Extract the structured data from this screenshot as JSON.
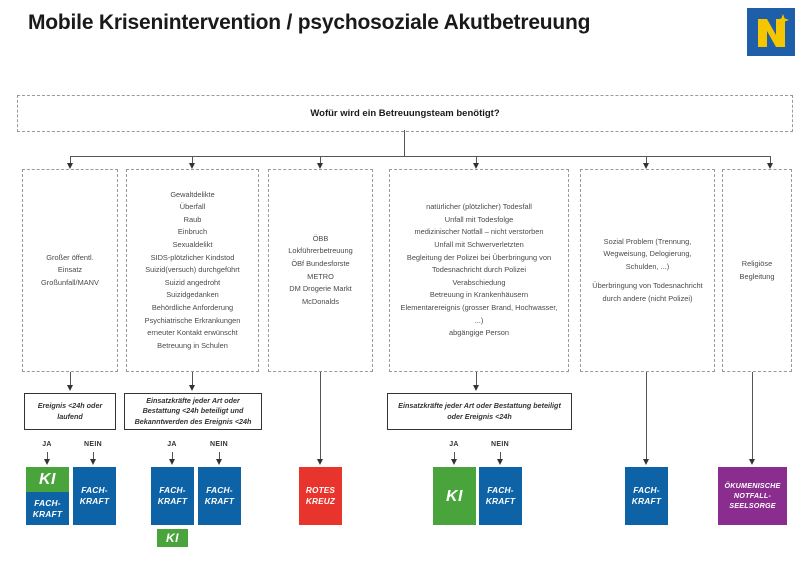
{
  "header": {
    "title": "Mobile Krisenintervention / psychosoziale Akutbetreuung",
    "logo_name": "niederoesterreich-logo"
  },
  "question": {
    "text": "Wofür wird ein Betreuungsteam benötigt?"
  },
  "colors": {
    "ki_green": "#4aa43c",
    "fachkraft_blue": "#0d63a5",
    "rotes_kreuz_red": "#e8342c",
    "seelsorge_purple": "#8b2d8f",
    "logo_blue": "#1f5fa9",
    "logo_yellow": "#f5c500",
    "dashed_border": "#9a9a9a"
  },
  "categories": [
    {
      "id": "grosser-einsatz",
      "items": [
        "Großer öffentl.",
        "Einsatz",
        "Großunfall/MANV"
      ]
    },
    {
      "id": "gewaltdelikte",
      "items": [
        "Gewaltdelikte",
        "Überfall",
        "Raub",
        "Einbruch",
        "Sexualdelikt",
        "SIDS-plötzlicher Kindstod",
        "Suizid(versuch) durchgeführt",
        "Suizid angedroht",
        "Suizidgedanken",
        "Behördliche Anforderung",
        "Psychiatrische Erkrankungen",
        "erneuter Kontakt erwünscht",
        "Betreuung in Schulen"
      ]
    },
    {
      "id": "partnerorganisationen",
      "items": [
        "ÖBB",
        "Lokführerbetreuung",
        "ÖBf Bundesforste",
        "METRO",
        "DM Drogerie Markt",
        "McDonalds"
      ]
    },
    {
      "id": "todesfall-notfall",
      "items": [
        "natürlicher (plötzlicher) Todesfall",
        "Unfall mit Todesfolge",
        "medizinischer Notfall – nicht verstorben",
        "Unfall mit Schwerverletzten",
        "Begleitung der Polizei bei Überbringung von Todesnachricht durch Polizei",
        "Verabschiedung",
        "Betreuung in Krankenhäusern",
        "Elementarereignis (grosser Brand, Hochwasser, ...)",
        "abgängige Person"
      ]
    },
    {
      "id": "sozial-problem",
      "items": [
        "Sozial Problem (Trennung, Wegweisung, Delogierung, Schulden, ...)",
        "Überbringung von Todesnachricht durch andere (nicht Polizei)"
      ]
    },
    {
      "id": "religioese-begleitung",
      "items": [
        "Religiöse",
        "Begleitung"
      ]
    }
  ],
  "decisions": [
    {
      "id": "decision-1",
      "text": "Ereignis <24h oder laufend",
      "yes_label": "JA",
      "no_label": "NEIN"
    },
    {
      "id": "decision-2",
      "text": "Einsatzkräfte jeder Art oder Bestattung <24h beteiligt und Bekanntwerden des Ereignis <24h",
      "yes_label": "JA",
      "no_label": "NEIN"
    },
    {
      "id": "decision-3",
      "text": "Einsatzkräfte jeder Art oder Bestattung beteiligt oder Ereignis <24h",
      "yes_label": "JA",
      "no_label": "NEIN"
    }
  ],
  "outcomes": {
    "ki": "KI",
    "fachkraft": "FACH-KRAFT",
    "rotes_kreuz": "ROTES KREUZ",
    "oekumenische": "ÖKUMENISCHE NOTFALL-SEELSORGE"
  }
}
